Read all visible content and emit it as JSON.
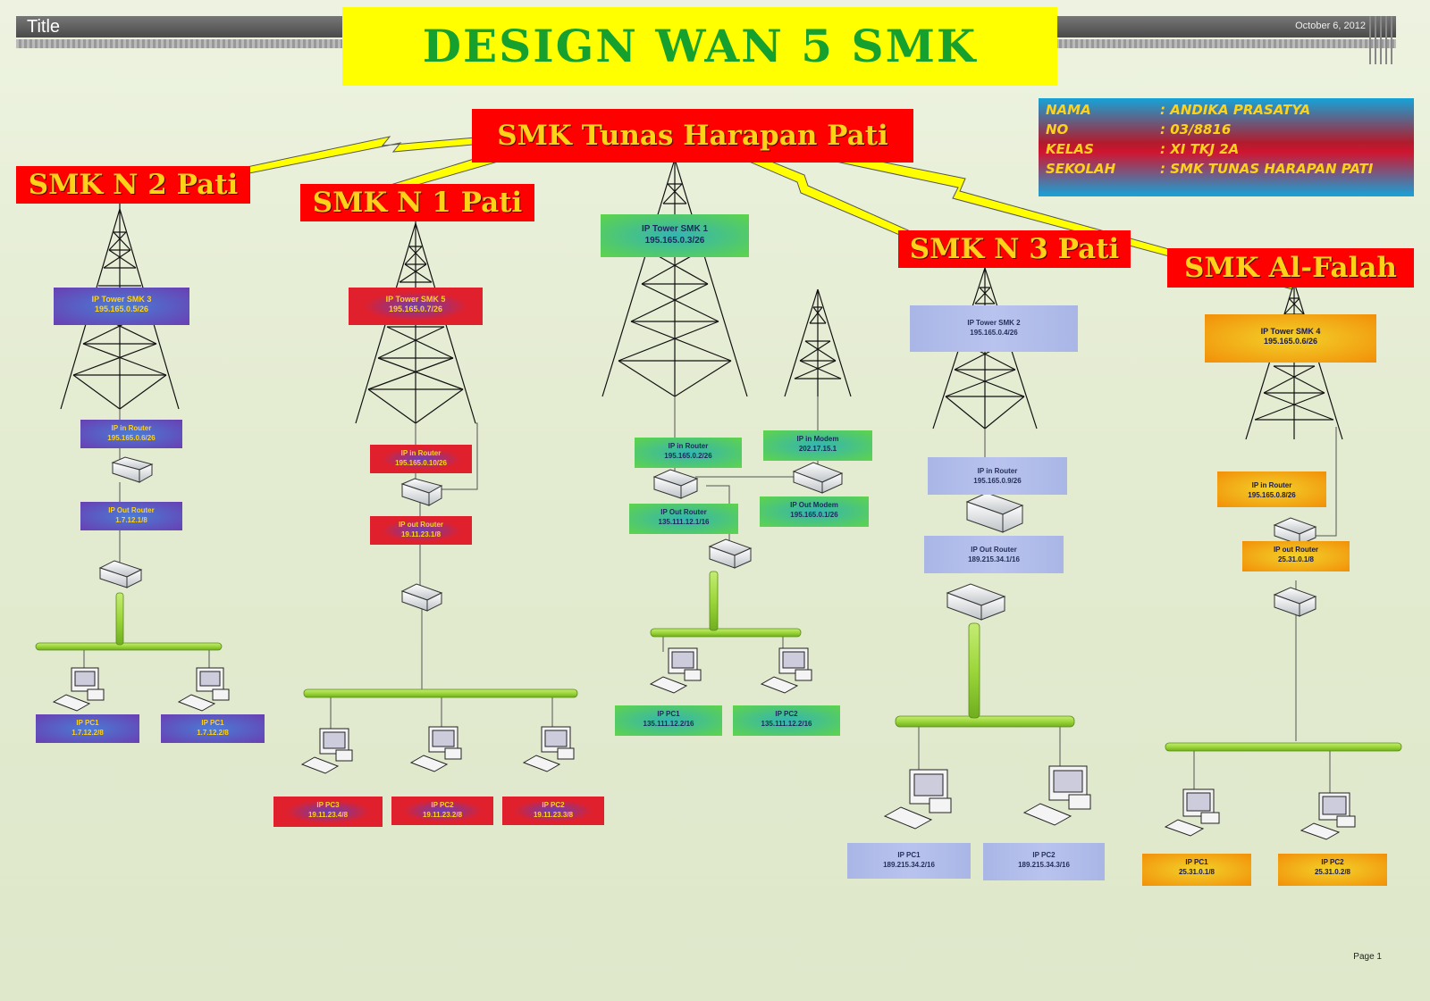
{
  "header": {
    "title": "Title",
    "date": "October 6, 2012"
  },
  "main_title": "DESIGN WAN 5 SMK",
  "colors": {
    "title_bg": "#ffff00",
    "title_text": "#16a12e",
    "site_bg": "#ff0000",
    "site_text": "#ffd21a",
    "lightning": "#ffff00",
    "ethernet_bar": "#9cd63a"
  },
  "info": {
    "rows": [
      {
        "label": "NAMA",
        "value": ": ANDIKA PRASATYA"
      },
      {
        "label": "NO",
        "value": ": 03/8816"
      },
      {
        "label": "KELAS",
        "value": ": XI TKJ 2A"
      },
      {
        "label": "SEKOLAH",
        "value": ": SMK TUNAS HARAPAN PATI"
      }
    ]
  },
  "sites": {
    "hub": "SMK Tunas Harapan Pati",
    "smkn2": "SMK N 2 Pati",
    "smkn1": "SMK N 1 Pati",
    "smkn3": "SMK N 3 Pati",
    "alfalah": "SMK Al-Falah"
  },
  "labels": {
    "smkn2": {
      "tower": [
        "IP Tower SMK 3",
        "195.165.0.5/26"
      ],
      "router_in": [
        "IP in Router",
        "195.165.0.6/26"
      ],
      "router_out": [
        "IP Out Router",
        "1.7.12.1/8"
      ],
      "pc1": [
        "IP PC1",
        "1.7.12.2/8"
      ],
      "pc2": [
        "IP PC1",
        "1.7.12.2/8"
      ]
    },
    "smkn1": {
      "tower": [
        "IP Tower SMK 5",
        "195.165.0.7/26"
      ],
      "router_in": [
        "IP in Router",
        "195.165.0.10/26"
      ],
      "router_out": [
        "IP out Router",
        "19.11.23.1/8"
      ],
      "pc1": [
        "IP PC3",
        "19.11.23.4/8"
      ],
      "pc2": [
        "IP PC2",
        "19.11.23.2/8"
      ],
      "pc3": [
        "IP PC2",
        "19.11.23.3/8"
      ]
    },
    "hub": {
      "tower": [
        "IP Tower SMK 1",
        "195.165.0.3/26"
      ],
      "router_in": [
        "IP in Router",
        "195.165.0.2/26"
      ],
      "router_out": [
        "IP Out Router",
        "135.111.12.1/16"
      ],
      "modem_in": [
        "IP in Modem",
        "202.17.15.1"
      ],
      "modem_out": [
        "IP Out Modem",
        "195.165.0.1/26"
      ],
      "pc1": [
        "IP PC1",
        "135.111.12.2/16"
      ],
      "pc2": [
        "IP PC2",
        "135.111.12.2/16"
      ]
    },
    "smkn3": {
      "tower": [
        "IP Tower SMK 2",
        "195.165.0.4/26"
      ],
      "router_in": [
        "IP in Router",
        "195.165.0.9/26"
      ],
      "router_out": [
        "IP Out Router",
        "189.215.34.1/16"
      ],
      "pc1": [
        "IP PC1",
        "189.215.34.2/16"
      ],
      "pc2": [
        "IP PC2",
        "189.215.34.3/16"
      ]
    },
    "alfalah": {
      "tower": [
        "IP Tower SMK 4",
        "195.165.0.6/26"
      ],
      "router_in": [
        "IP in Router",
        "195.165.0.8/26"
      ],
      "router_out": [
        "IP out Router",
        "25.31.0.1/8"
      ],
      "pc1": [
        "IP PC1",
        "25.31.0.1/8"
      ],
      "pc2": [
        "IP PC2",
        "25.31.0.2/8"
      ]
    }
  },
  "footer": {
    "page": "Page 1"
  }
}
